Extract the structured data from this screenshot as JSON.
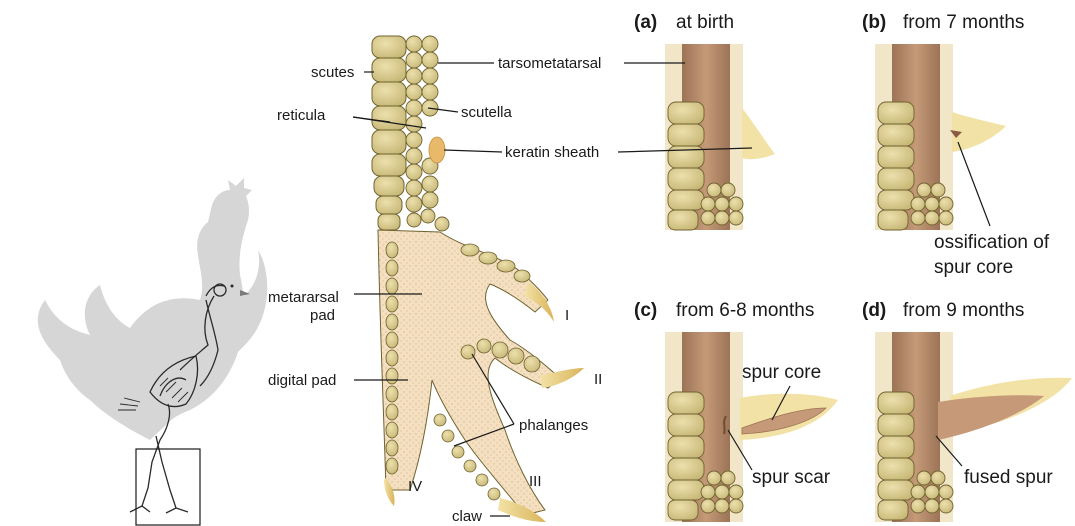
{
  "main_foot": {
    "labels": {
      "scutes": "scutes",
      "reticula": "reticula",
      "scutella": "scutella",
      "tarsometatarsal": "tarsometatarsal",
      "keratin_sheath": "keratin sheath",
      "metatarsal_pad_line1": "metararsal",
      "metatarsal_pad_line2": "pad",
      "digital_pad": "digital pad",
      "phalanges": "phalanges",
      "claw": "claw"
    },
    "toe_numerals": {
      "I": "I",
      "II": "II",
      "III": "III",
      "IV": "IV"
    }
  },
  "stages": [
    {
      "letter": "(a)",
      "title": "at birth"
    },
    {
      "letter": "(b)",
      "title": "from 7 months",
      "note_line1": "ossification of",
      "note_line2": "spur core"
    },
    {
      "letter": "(c)",
      "title": "from 6-8 months",
      "label_spur_core": "spur core",
      "label_spur_scar": "spur scar"
    },
    {
      "letter": "(d)",
      "title": "from 9 months",
      "label_fused_spur": "fused spur"
    }
  ],
  "colors": {
    "bone": "#b5896a",
    "bone_dark": "#9c7356",
    "skin": "#f1e6c8",
    "scale": "#d8c88e",
    "scale_edge": "#6f6330",
    "spur_sheath": "#efd48a",
    "pad": "#f4dfc1",
    "silhouette": "#d4d4d4"
  }
}
